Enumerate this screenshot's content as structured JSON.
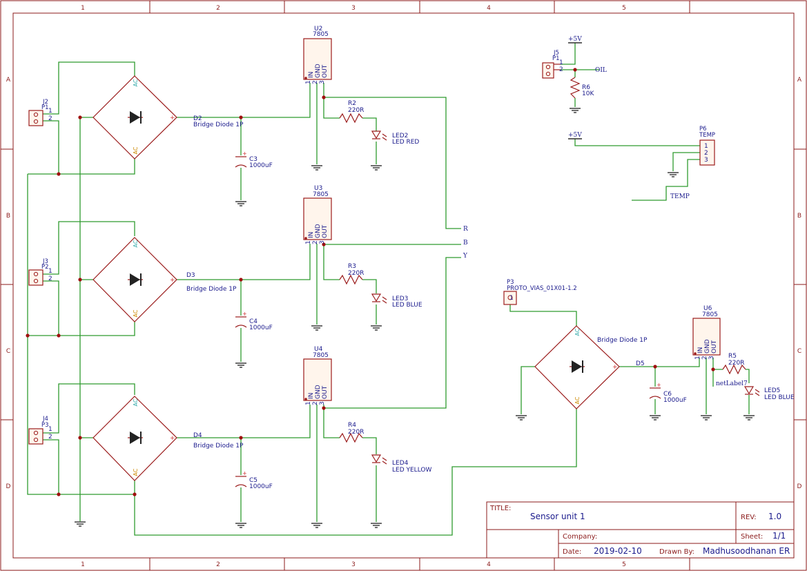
{
  "zones": {
    "cols": [
      "1",
      "2",
      "3",
      "4",
      "5"
    ],
    "rows": [
      "A",
      "B",
      "C",
      "D"
    ]
  },
  "title_block": {
    "title_label": "TITLE:",
    "title": "Sensor unit 1",
    "rev_label": "REV:",
    "rev": "1.0",
    "company_label": "Company:",
    "sheet_label": "Sheet:",
    "sheet": "1/1",
    "date_label": "Date:",
    "date": "2019-02-10",
    "drawn_label": "Drawn By:",
    "drawn_by": "Madhusoodhanan ER"
  },
  "connectors": {
    "j2": {
      "ref": "J2",
      "val": "P1"
    },
    "j3": {
      "ref": "J3",
      "val": "P2"
    },
    "j4": {
      "ref": "J4",
      "val": "P3"
    },
    "j5": {
      "ref": "J5",
      "val": "P1"
    },
    "p6": {
      "ref": "P6",
      "val": "TEMP"
    },
    "p3": {
      "ref": "P3",
      "val": "PROTO_VIAS_01X01-1.2"
    }
  },
  "bridges": {
    "d2": {
      "ref": "D2",
      "val": "Bridge Diode 1P"
    },
    "d3": {
      "ref": "D3",
      "val": "Bridge Diode 1P"
    },
    "d4": {
      "ref": "D4",
      "val": "Bridge Diode 1P"
    },
    "d5": {
      "ref": "D5",
      "val": "Bridge Diode 1P"
    }
  },
  "regulators": {
    "u2": {
      "ref": "U2",
      "val": "7805"
    },
    "u3": {
      "ref": "U3",
      "val": "7805"
    },
    "u4": {
      "ref": "U4",
      "val": "7805"
    },
    "u6": {
      "ref": "U6",
      "val": "7805"
    }
  },
  "capacitors": {
    "c3": {
      "ref": "C3",
      "val": "1000uF"
    },
    "c4": {
      "ref": "C4",
      "val": "1000uF"
    },
    "c5": {
      "ref": "C5",
      "val": "1000uF"
    },
    "c6": {
      "ref": "C6",
      "val": "1000uF"
    }
  },
  "resistors": {
    "r2": {
      "ref": "R2",
      "val": "220R"
    },
    "r3": {
      "ref": "R3",
      "val": "220R"
    },
    "r4": {
      "ref": "R4",
      "val": "220R"
    },
    "r5": {
      "ref": "R5",
      "val": "220R"
    },
    "r6": {
      "ref": "R6",
      "val": "10K"
    }
  },
  "leds": {
    "led2": {
      "ref": "LED2",
      "val": "LED RED"
    },
    "led3": {
      "ref": "LED3",
      "val": "LED BLUE"
    },
    "led4": {
      "ref": "LED4",
      "val": "LED YELLOW"
    },
    "led5": {
      "ref": "LED5",
      "val": "LED BLUE"
    }
  },
  "pins": {
    "one": "1",
    "two": "2",
    "three": "3",
    "ac": "AC",
    "plus": "+",
    "in": "IN",
    "gnd": "GND",
    "out": "OUT"
  },
  "nets": {
    "r": "R",
    "b": "B",
    "y": "Y",
    "oil": "OIL",
    "temp": "TEMP",
    "net7": "netLabel7",
    "vcc": "+5V"
  },
  "colors": {
    "wire": "#2e9b2e",
    "component": "#9b1c1c",
    "label": "#1a1a8c",
    "frame": "#8b1a1a"
  }
}
